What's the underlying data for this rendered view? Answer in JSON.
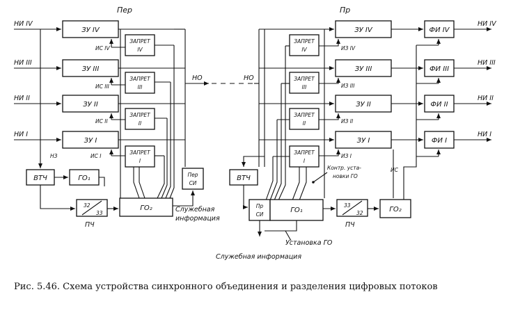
{
  "figure": {
    "caption": "Рис. 5.46. Схема устройства синхронного объединения и разделения цифровых потоков"
  },
  "left": {
    "title": "Пер",
    "inputs": [
      "НИ IV",
      "НИ III",
      "НИ II",
      "НИ I"
    ],
    "zu_blocks": [
      "ЗУ IV",
      "ЗУ III",
      "ЗУ II",
      "ЗУ I"
    ],
    "is_labels": [
      "ИС IV",
      "ИС III",
      "ИС II",
      "ИС I"
    ],
    "zapret_title": "ЗАПРЕТ",
    "zapret_numerals": [
      "IV",
      "III",
      "II",
      "I"
    ],
    "nz": "НЗ",
    "vtch": "ВТЧ",
    "go1": "ГО₁",
    "go2": "ГО₂",
    "pch_top": "32",
    "pch_bottom": "33",
    "pch_label": "ПЧ",
    "per_si_top": "Пер",
    "per_si_bottom": "СИ",
    "no": "НО",
    "service_info_line1": "Служебная",
    "service_info_line2": "информация"
  },
  "right": {
    "title": "Пр",
    "outputs": [
      "НИ IV",
      "НИ III",
      "НИ II",
      "НИ I"
    ],
    "zu_blocks": [
      "ЗУ IV",
      "ЗУ III",
      "ЗУ II",
      "ЗУ I"
    ],
    "fi_blocks": [
      "ФИ IV",
      "ФИ III",
      "ФИ II",
      "ФИ I"
    ],
    "iz_labels": [
      "ИЗ IV",
      "ИЗ III",
      "ИЗ II",
      "ИЗ I"
    ],
    "zapret_title": "ЗАПРЕТ",
    "zapret_numerals": [
      "IV",
      "III",
      "II",
      "I"
    ],
    "no": "НО",
    "vtch": "ВТЧ",
    "pr_si_top": "Пр",
    "pr_si_bottom": "СИ",
    "go1": "ГО₁",
    "go2": "ГО₂",
    "pch_top": "33",
    "pch_bottom": "32",
    "pch_label": "ПЧ",
    "is": "ИС",
    "control_line1": "Контр. уста-",
    "control_line2": "новки ГО",
    "setup": "Установка ГО",
    "service_info": "Служебная информация"
  }
}
